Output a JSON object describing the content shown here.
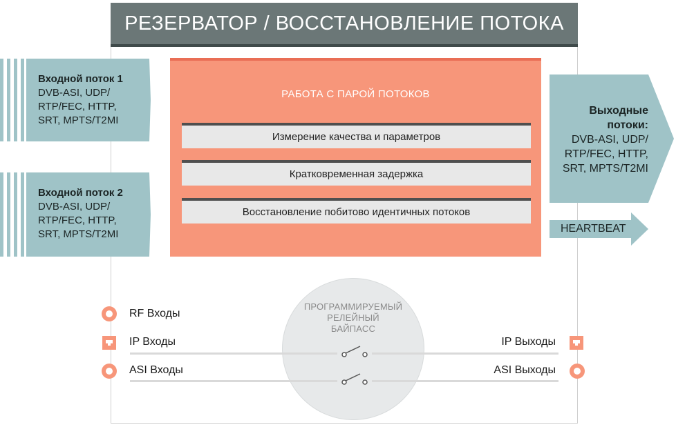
{
  "title": "РЕЗЕРВАТОР / ВОССТАНОВЛЕНИЕ ПОТОКА",
  "inputs": [
    {
      "title": "Входной поток 1",
      "lines": [
        "DVB-ASI, UDP/",
        "RTP/FEC, HTTP,",
        "SRT, MPTS/T2MI"
      ]
    },
    {
      "title": "Входной поток 2",
      "lines": [
        "DVB-ASI, UDP/",
        "RTP/FEC, HTTP,",
        "SRT, MPTS/T2MI"
      ]
    }
  ],
  "outputs": {
    "title_lines": [
      "Выходные",
      "потоки:"
    ],
    "lines": [
      "DVB-ASI, UDP/",
      "RTP/FEC, HTTP,",
      "SRT, MPTS/T2MI"
    ]
  },
  "heartbeat": "HEARTBEAT",
  "core": {
    "title": "РАБОТА С ПАРОЙ ПОТОКОВ",
    "functions": [
      "Измерение качества и параметров",
      "Кратковременная задержка",
      "Восстановление побитово идентичных потоков"
    ]
  },
  "bypass": {
    "lines": [
      "ПРОГРАММИРУЕМЫЙ",
      "РЕЛЕЙНЫЙ",
      "БАЙПАСС"
    ]
  },
  "ports_left": [
    "RF Входы",
    "IP Входы",
    "ASI Входы"
  ],
  "ports_right": [
    "IP Выходы",
    "ASI Выходы"
  ],
  "colors": {
    "salmon": "#f7967a",
    "teal": "#9fc3c7",
    "banner": "#6b7777"
  }
}
